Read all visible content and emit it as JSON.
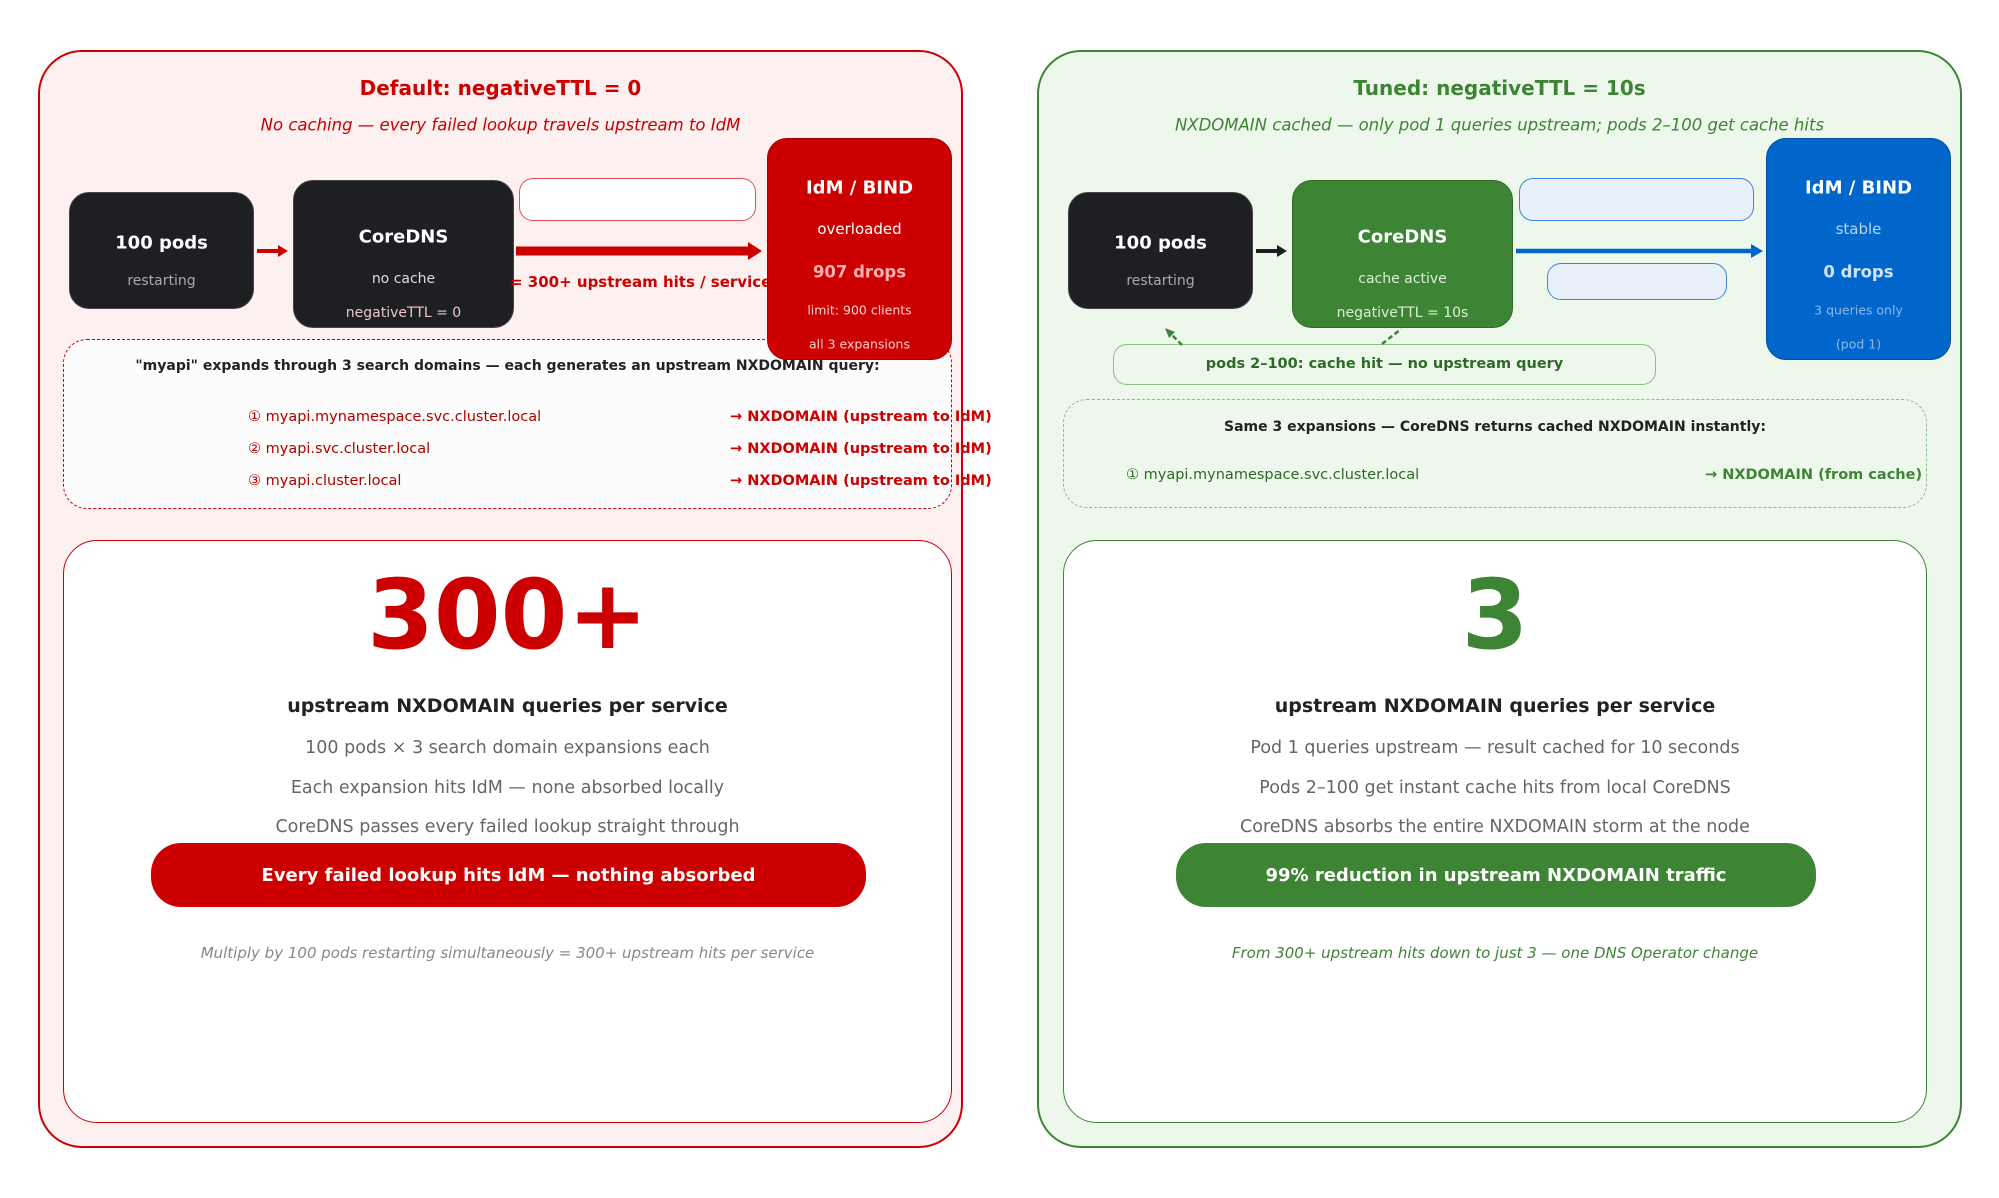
{
  "colors": {
    "red": "#cc0000",
    "green": "#3d8534",
    "blue": "#0066cc",
    "dark": "#1e1f22"
  },
  "left": {
    "title": "Default: negativeTTL = 0",
    "subtitle": "No caching — every failed lookup travels upstream to IdM",
    "pods": {
      "title": "100 pods",
      "status": "restarting"
    },
    "coredns": {
      "title": "CoreDNS",
      "line1": "no cache",
      "line2": "negativeTTL = 0"
    },
    "arrow_label": "= 300+ upstream hits / service",
    "idm": {
      "title": "IdM / BIND",
      "status": "overloaded",
      "drops": "907 drops",
      "limit": "limit: 900 clients",
      "note": "all 3 expansions"
    },
    "expansions": {
      "header": "\"myapi\" expands through 3 search domains — each generates an upstream NXDOMAIN query:",
      "rows": [
        {
          "name": "①  myapi.mynamespace.svc.cluster.local",
          "result": "→ NXDOMAIN  (upstream to IdM)"
        },
        {
          "name": "②  myapi.svc.cluster.local",
          "result": "→ NXDOMAIN  (upstream to IdM)"
        },
        {
          "name": "③  myapi.cluster.local",
          "result": "→ NXDOMAIN  (upstream to IdM)"
        }
      ]
    },
    "summary": {
      "number": "300+",
      "label": "upstream NXDOMAIN queries per service",
      "lines": [
        "100 pods × 3 search domain expansions each",
        "Each expansion hits IdM — none absorbed locally",
        "CoreDNS passes every failed lookup straight through"
      ],
      "pill": "Every failed lookup hits IdM — nothing absorbed",
      "footer": "Multiply by 100 pods restarting simultaneously = 300+ upstream hits per service"
    }
  },
  "right": {
    "title": "Tuned: negativeTTL = 10s",
    "subtitle": "NXDOMAIN cached — only pod 1 queries upstream; pods 2–100 get cache hits",
    "pods": {
      "title": "100 pods",
      "status": "restarting"
    },
    "coredns": {
      "title": "CoreDNS",
      "line1": "cache active",
      "line2": "negativeTTL = 10s"
    },
    "cache_hit": "pods 2–100: cache hit — no upstream query",
    "idm": {
      "title": "IdM / BIND",
      "status": "stable",
      "drops": "0 drops",
      "limit": "3 queries only",
      "note": "(pod 1)"
    },
    "expansions": {
      "header": "Same 3 expansions — CoreDNS returns cached NXDOMAIN instantly:",
      "rows": [
        {
          "name": "①  myapi.mynamespace.svc.cluster.local",
          "result": "→ NXDOMAIN  (from cache)"
        }
      ]
    },
    "summary": {
      "number": "3",
      "label": "upstream NXDOMAIN queries per service",
      "lines": [
        "Pod 1 queries upstream — result cached for 10 seconds",
        "Pods 2–100 get instant cache hits from local CoreDNS",
        "CoreDNS absorbs the entire NXDOMAIN storm at the node"
      ],
      "pill": "99% reduction in upstream NXDOMAIN traffic",
      "footer": "From 300+ upstream hits down to just 3 — one DNS Operator change"
    }
  }
}
